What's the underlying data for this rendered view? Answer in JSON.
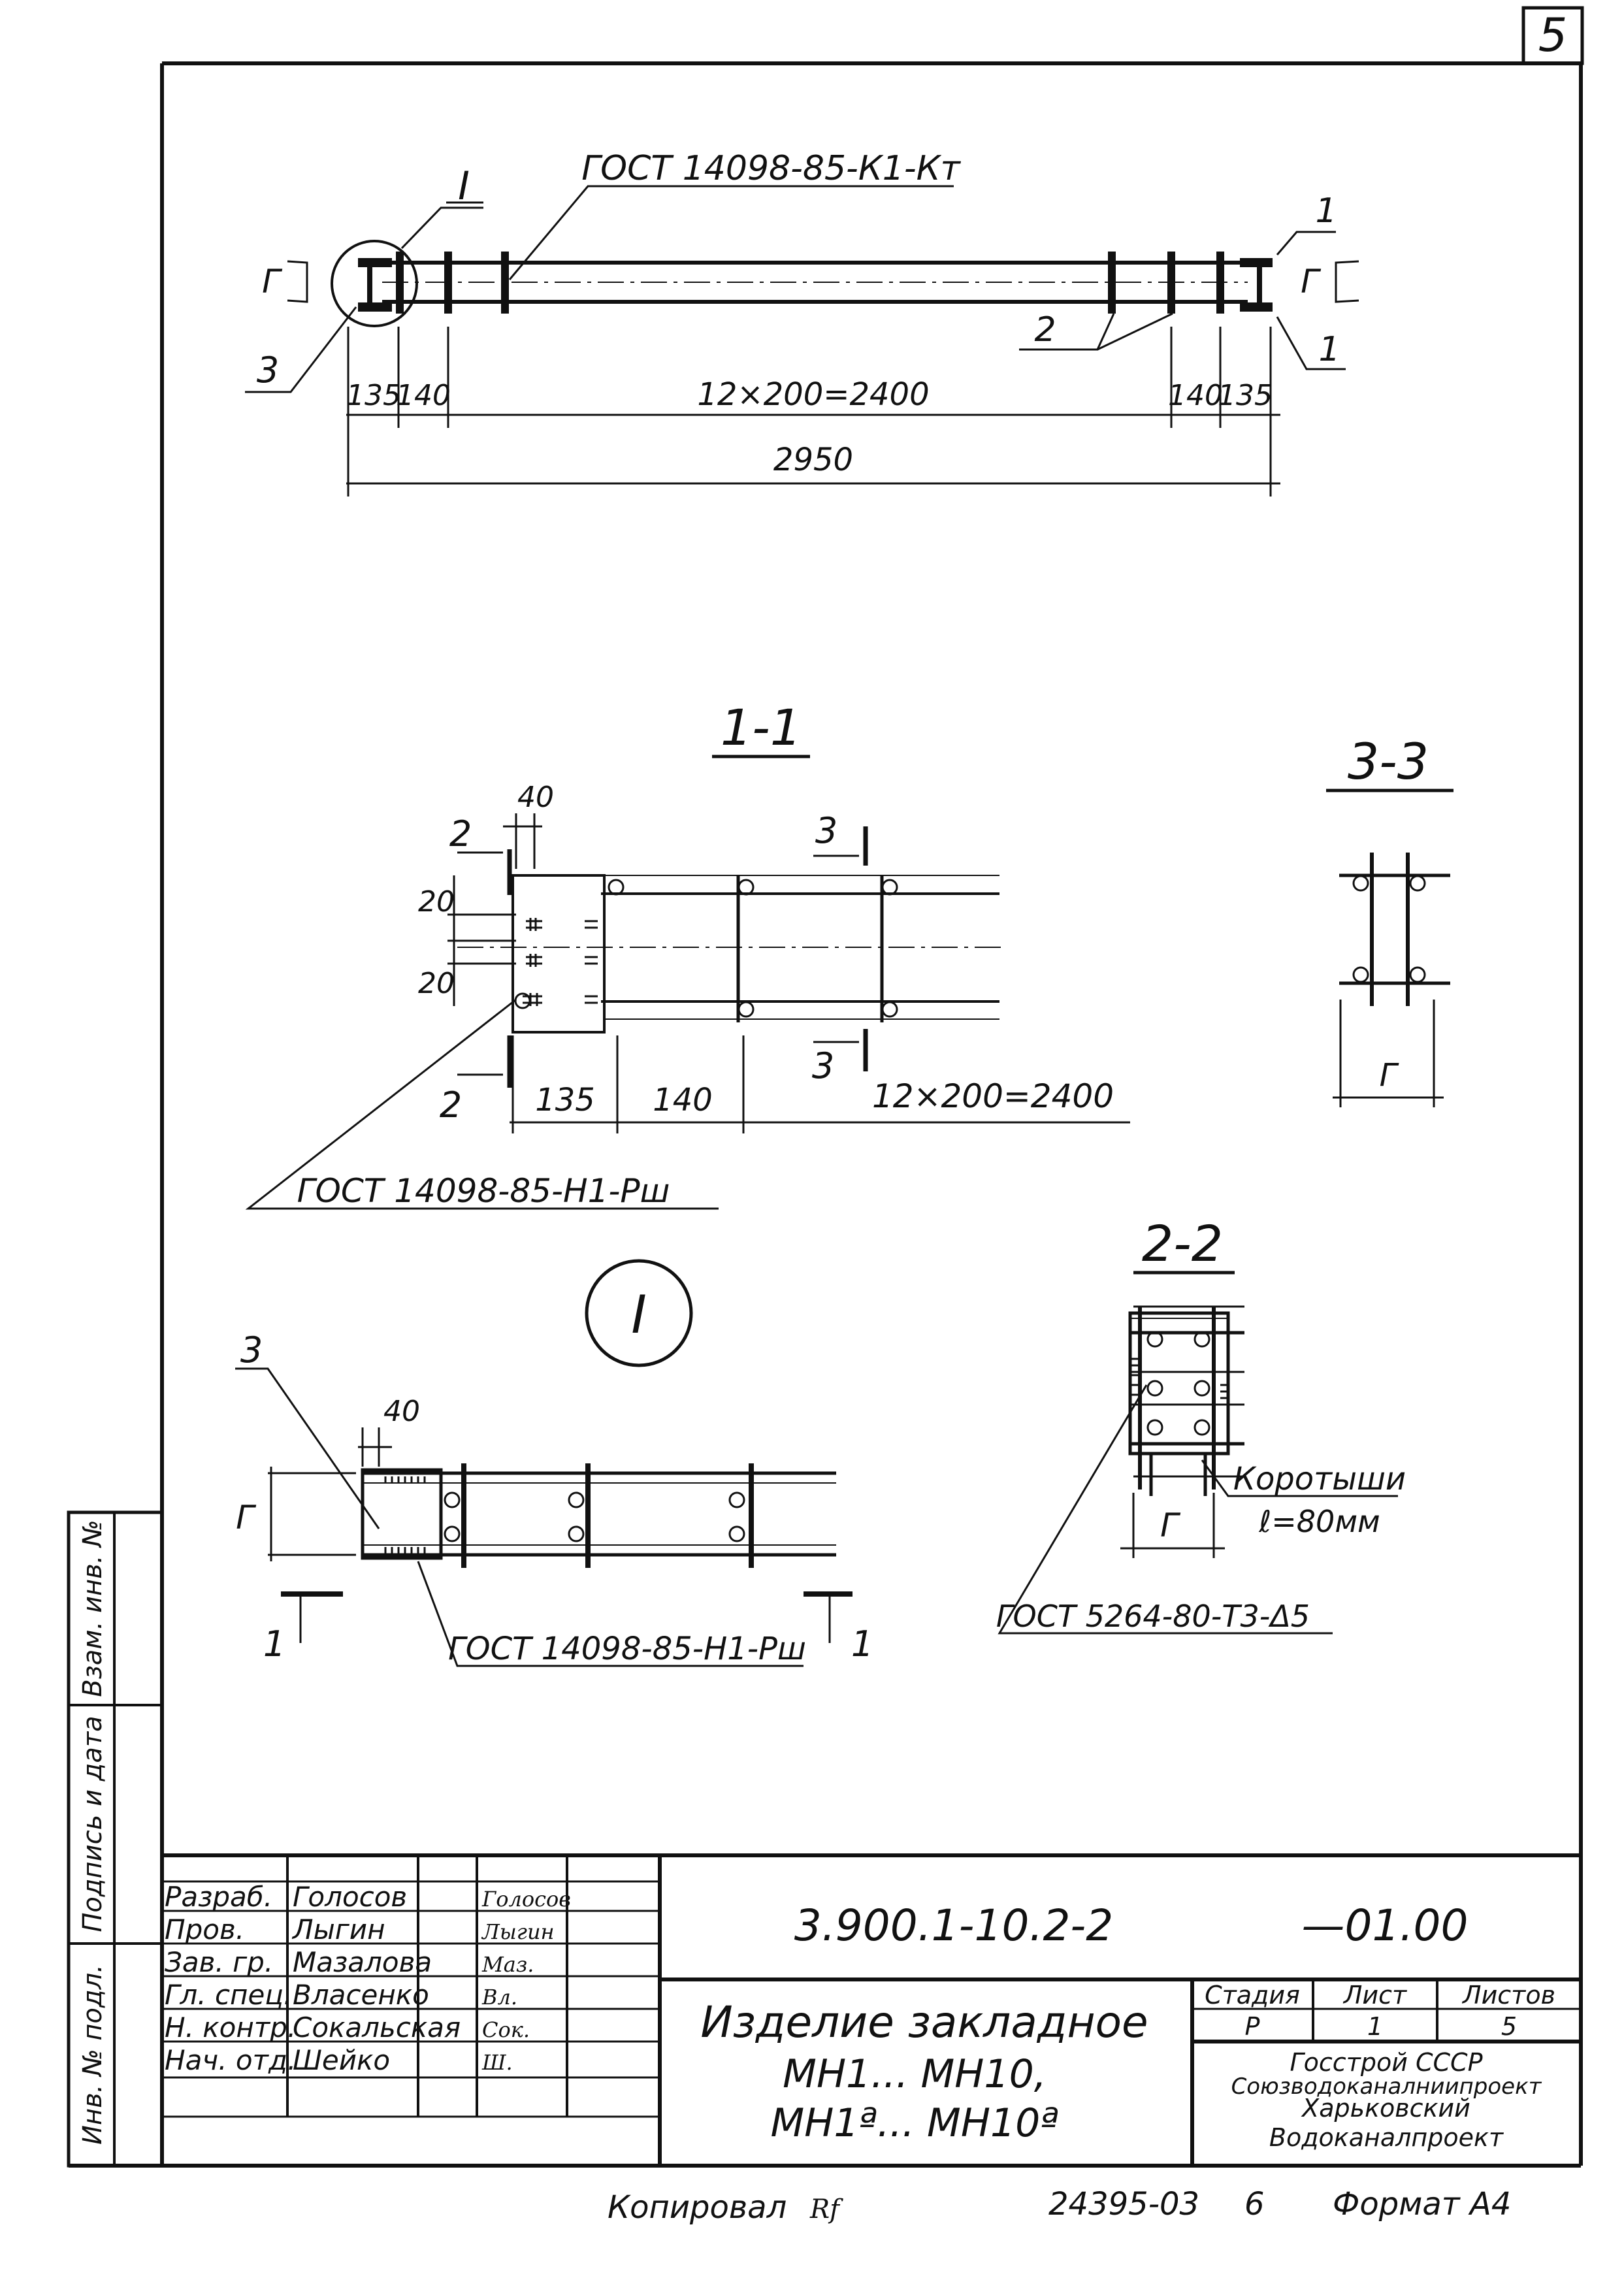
{
  "sheet_number": "5",
  "main_view": {
    "standard_label": "ГОСТ 14098-85-К1-Кт",
    "detail_callout": "I",
    "labels": {
      "plate": "1",
      "plate_bottom": "1",
      "bars": "2",
      "weld": "3",
      "gap": "Г",
      "gap_right": "Г"
    },
    "dim_135_left": "135",
    "dim_140_left": "140",
    "dim_middle": "12×200=2400",
    "dim_140_right": "140",
    "dim_135_right": "135",
    "dim_total": "2950"
  },
  "section_1_1": {
    "title": "1-1",
    "dim_40": "40",
    "dim_20_top": "20",
    "dim_20_bottom": "20",
    "cut_2_top": "2",
    "cut_2_bottom": "2",
    "cut_3_top": "3",
    "cut_3_bottom": "3",
    "dim_135": "135",
    "dim_140": "140",
    "dim_span": "12×200=2400",
    "weld_label": "ГОСТ 14098-85-Н1-Рш"
  },
  "section_3_3": {
    "title": "3-3",
    "dim": "Г"
  },
  "detail_I": {
    "title": "I",
    "label_3": "3",
    "dim_40": "40",
    "dim_g": "Г",
    "cut_1_left": "1",
    "cut_1_right": "1",
    "weld_label": "ГОСТ 14098-85-Н1-Рш"
  },
  "section_2_2": {
    "title": "2-2",
    "short_bars": "Коротыши",
    "short_bars_len": "ℓ=80мм",
    "dim": "Г",
    "weld_label": "ГОСТ 5264-80-Т3-Δ5"
  },
  "side_stamp": {
    "inv_replace": "Взам. инв. №",
    "sign_date": "Подпись и дата",
    "inv_original": "Инв. № подл."
  },
  "title_block": {
    "rows": [
      {
        "role": "Разраб.",
        "name": "Голосов",
        "signature": "Голосов"
      },
      {
        "role": "Пров.",
        "name": "Лыгин",
        "signature": "Лыгин"
      },
      {
        "role": "Зав. гр.",
        "name": "Мазалова",
        "signature": "Маз."
      },
      {
        "role": "Гл. спец.",
        "name": "Власенко",
        "signature": "Вл."
      },
      {
        "role": "Н. контр.",
        "name": "Сокальская",
        "signature": "Сок."
      },
      {
        "role": "Нач. отд.",
        "name": "Шейко",
        "signature": "Ш."
      }
    ],
    "doc_code": "3.900.1-10.2-2",
    "doc_suffix": "—01.00",
    "product_title": "Изделие закладное",
    "product_line2": "МН1... МН10,",
    "product_line3": "МН1ª... МН10ª",
    "stage_header": "Стадия",
    "sheet_header": "Лист",
    "sheets_header": "Листов",
    "stage_value": "Р",
    "sheet_value": "1",
    "sheets_value": "5",
    "org_line1": "Госстрой СССР",
    "org_line2": "Союзводоканалниипроект",
    "org_line3": "Харьковский",
    "org_line4": "Водоканалпроект"
  },
  "footer": {
    "copied_label": "Копировал",
    "copied_sign": "Rf",
    "inventory": "24395-03",
    "page": "6",
    "format_label": "Формат А4"
  }
}
